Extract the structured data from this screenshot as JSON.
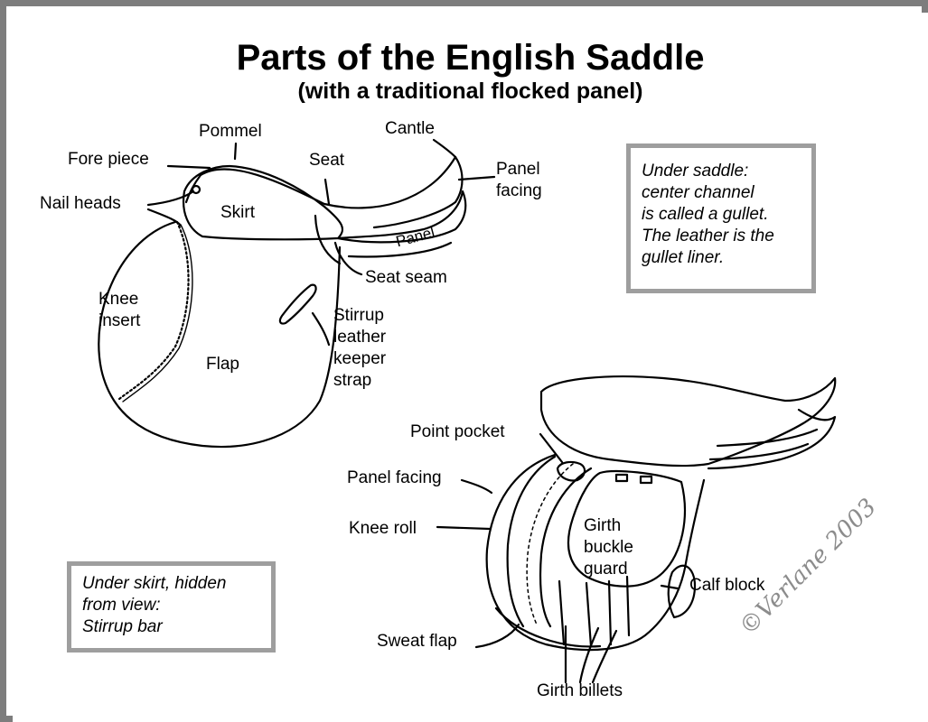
{
  "title": "Parts of the English Saddle",
  "subtitle": "(with a traditional flocked panel)",
  "saddle_one_labels": {
    "pommel": "Pommel",
    "cantle": "Cantle",
    "fore_piece": "Fore piece",
    "seat": "Seat",
    "panel_facing": [
      "Panel",
      "facing"
    ],
    "nail_heads": "Nail heads",
    "skirt": "Skirt",
    "panel": "Panel",
    "seat_seam": "Seat seam",
    "knee_insert": [
      "Knee",
      "insert"
    ],
    "stirrup_keeper": [
      "Stirrup",
      "leather",
      "keeper",
      "strap"
    ],
    "flap": "Flap"
  },
  "saddle_two_labels": {
    "point_pocket": "Point pocket",
    "panel_facing": "Panel facing",
    "knee_roll": "Knee roll",
    "girth_buckle_guard": [
      "Girth",
      "buckle",
      "guard"
    ],
    "calf_block": "Calf block",
    "sweat_flap": "Sweat flap",
    "girth_billets": "Girth billets"
  },
  "note_gullet": [
    "Under saddle:",
    "center channel",
    "is called a gullet.",
    "The leather is the",
    "gullet liner."
  ],
  "note_stirrup_bar": [
    "Under skirt, hidden",
    "from view:",
    "Stirrup bar"
  ],
  "signature": "©Verlane 2003",
  "colors": {
    "frame": "#7d7d7d",
    "box_border": "#9e9e9e",
    "line": "#000000",
    "signature": "#8c8c8c"
  }
}
